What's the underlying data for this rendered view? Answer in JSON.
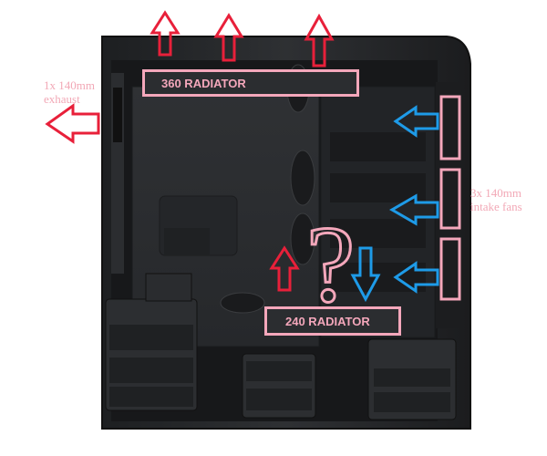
{
  "labels": {
    "exhaust_line1": "1x 140mm",
    "exhaust_line2": "exhaust",
    "intake_line1": "3x 140mm",
    "intake_line2": "intake fans",
    "radiator_360": "360 RADIATOR",
    "radiator_240": "240 RADIATOR",
    "question_mark": "?"
  },
  "colors": {
    "exhaust_arrow": "#e8203a",
    "intake_arrow": "#1e9be8",
    "annotation": "#f4a7bb",
    "case_body": "#2a2c2f"
  }
}
